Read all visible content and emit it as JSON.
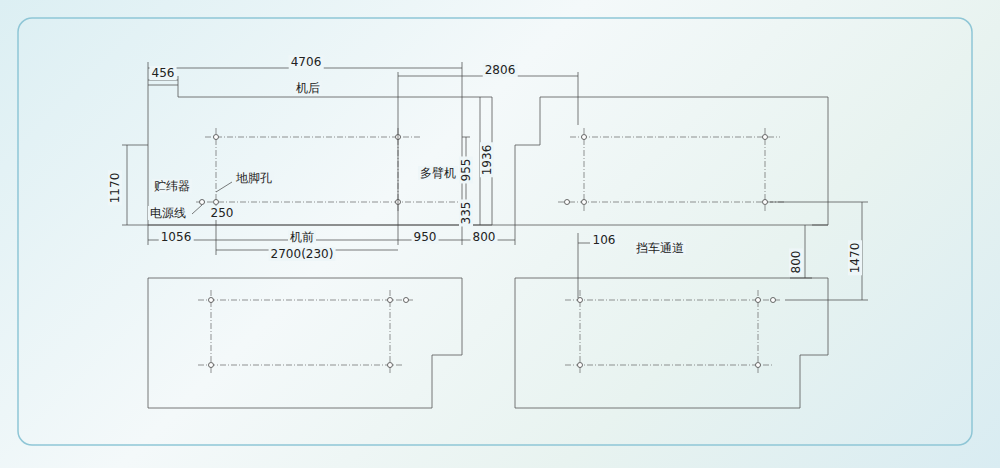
{
  "diagram": {
    "labels": [
      "4706",
      "456",
      "2806",
      "机后",
      "1936",
      "955",
      "多臂机",
      "1170",
      "贮纬器",
      "地脚孔",
      "电源线",
      "250",
      "335",
      "1056",
      "机前",
      "950",
      "800",
      "2700(230)",
      "106",
      "挡车通道",
      "800",
      "1470"
    ]
  }
}
